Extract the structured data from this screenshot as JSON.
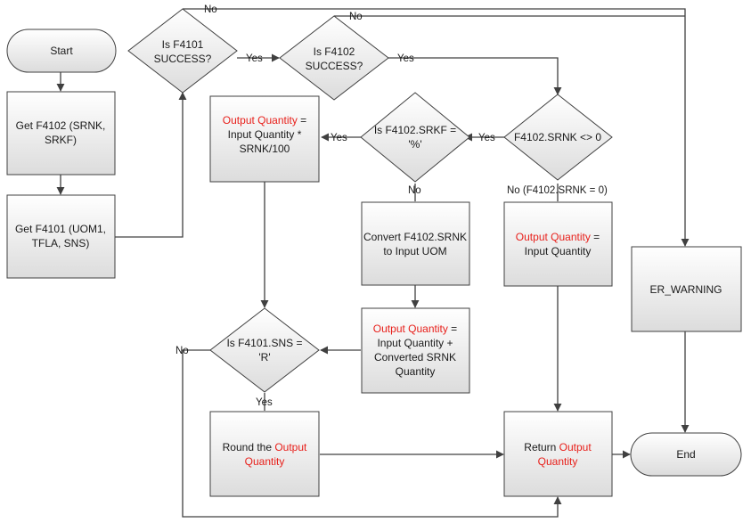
{
  "nodes": {
    "start": "Start",
    "get_f4102": [
      "Get F4102 (SRNK,",
      "SRKF)"
    ],
    "get_f4101": [
      "Get F4101 (UOM1,",
      "TFLA, SNS)"
    ],
    "is_f4101_success": [
      "Is F4101",
      "SUCCESS?"
    ],
    "is_f4102_success": [
      "Is F4102",
      "SUCCESS?"
    ],
    "output_pct": {
      "red": "Output Quantity",
      "rest": [
        " =",
        "Input Quantity *",
        "SRNK/100"
      ]
    },
    "is_srkf": [
      "Is F4102.SRKF =",
      "'%'"
    ],
    "srnk_ne_0": "F4102.SRNK <> 0",
    "convert": [
      "Convert F4102.SRNK",
      "to Input UOM"
    ],
    "output_input": {
      "red": "Output Quantity",
      "rest": [
        " =",
        "Input Quantity"
      ]
    },
    "er_warning": "ER_WARNING",
    "output_add": {
      "red": "Output Quantity",
      "rest": [
        " =",
        "Input Quantity +",
        "Converted SRNK",
        "Quantity"
      ]
    },
    "is_sns": [
      "Is F4101.SNS =",
      "'R'"
    ],
    "round": {
      "prefix": "Round the ",
      "red1": "Output",
      "red2": "Quantity"
    },
    "return": {
      "prefix": "Return ",
      "red1": "Output",
      "red2": "Quantity"
    },
    "end": "End"
  },
  "edges": {
    "yes": "Yes",
    "no": "No",
    "no_srnk_zero": "No (F4102.SRNK = 0)"
  },
  "colors": {
    "highlight": "#e8201b",
    "stroke": "#404040",
    "fill_top": "#ffffff",
    "fill_bottom": "#dedede"
  }
}
